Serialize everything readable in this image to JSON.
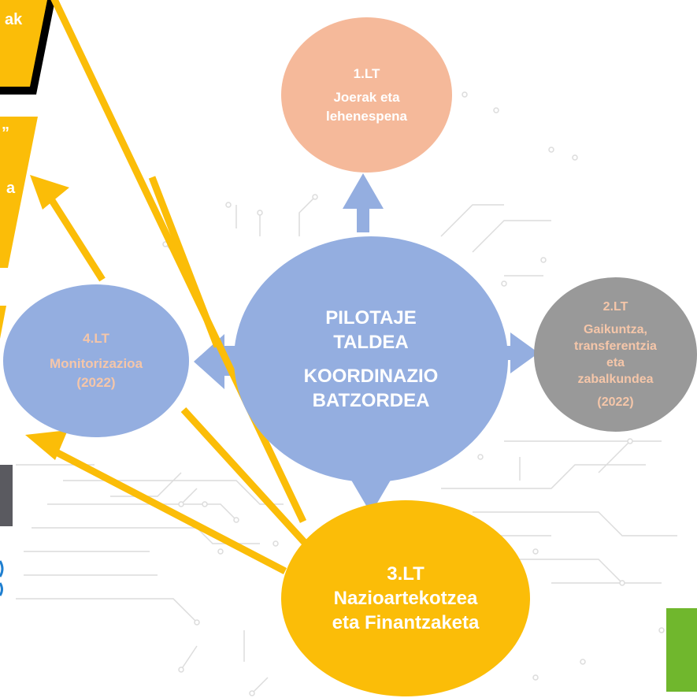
{
  "nodes": {
    "lt1": {
      "number": "1.LT",
      "line1": "Joerak eta",
      "line2": "lehenespena"
    },
    "pilot": {
      "line1": "PILOTAJE",
      "line2": "TALDEA",
      "line3": "KOORDINAZIO",
      "line4": "BATZORDEA"
    },
    "lt2": {
      "number": "2.LT",
      "line1": "Gaikuntza,",
      "line2": "transferentzia",
      "line3": "eta",
      "line4": "zabalkundea",
      "year": "(2022)"
    },
    "lt3": {
      "number": "3.LT",
      "line1": "Nazioartekotzea",
      "line2": "eta Finantzaketa"
    },
    "lt4": {
      "number": "4.LT",
      "line1": "Monitorizazioa",
      "line2": "(2022)"
    }
  },
  "cropped_text": {
    "top_left": "ak",
    "middle_left": "a",
    "quote": "”"
  },
  "colors": {
    "orange_node": "#f5b99a",
    "blue_node": "#94aee0",
    "gray_node": "#999999",
    "yellow": "#fbbd08",
    "peach_text": "#f5c6a9",
    "green": "#70b72d",
    "circuit_lines": "#d9d9d9"
  }
}
